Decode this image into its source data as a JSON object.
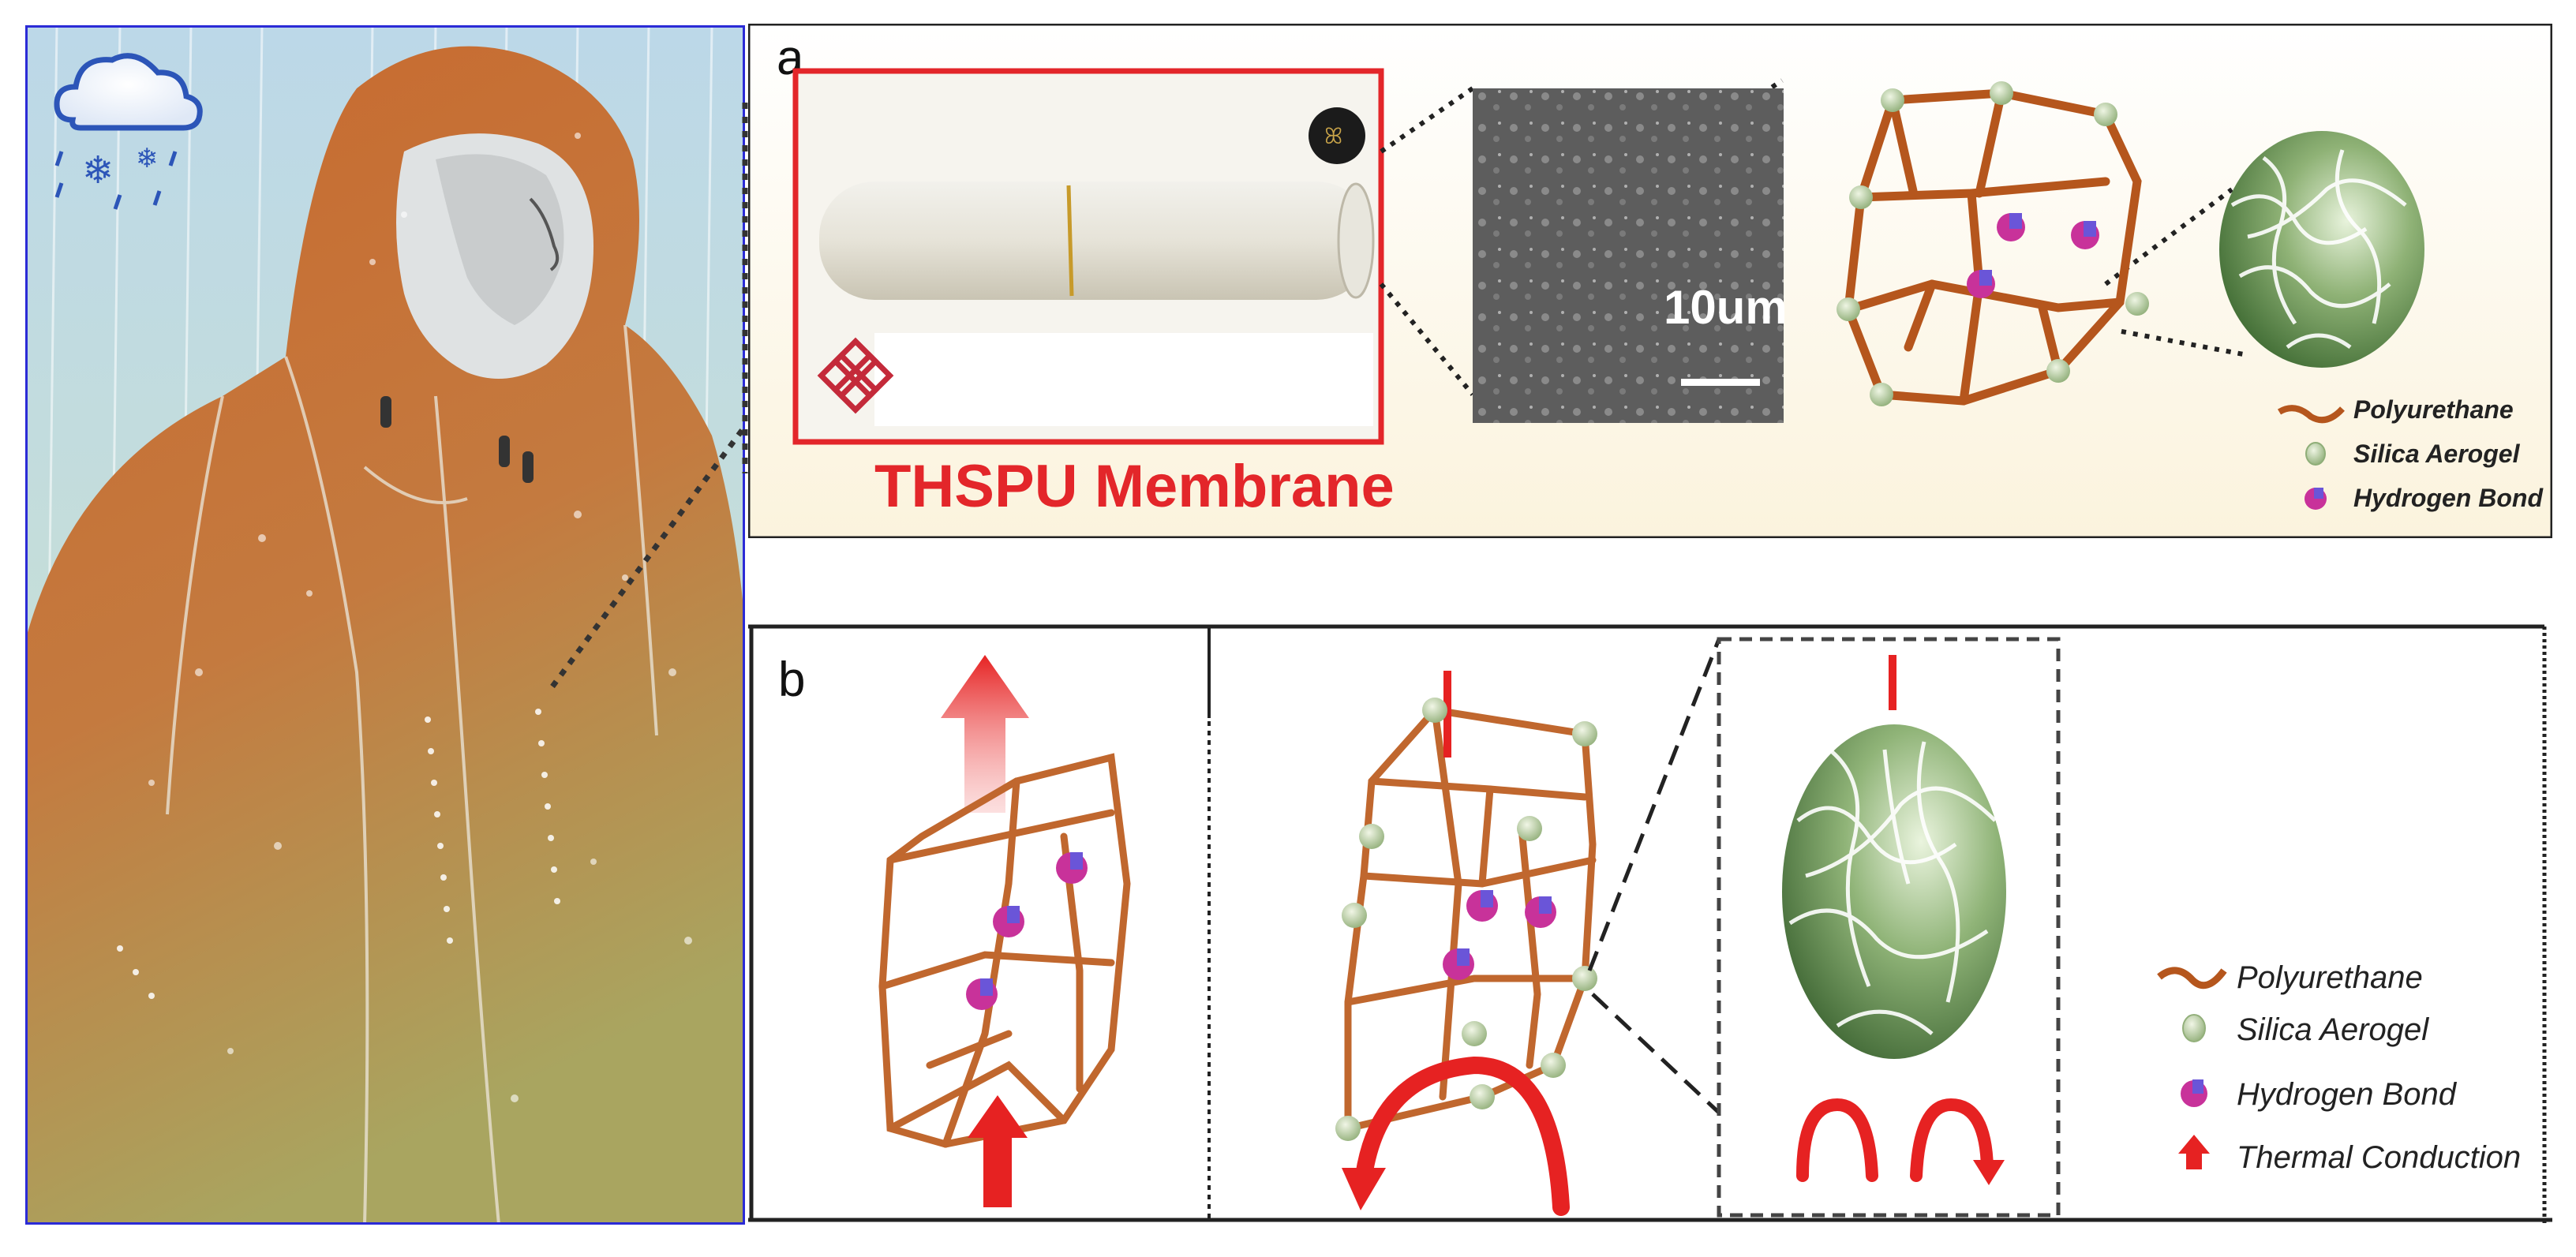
{
  "panel_a": {
    "label": "a",
    "membrane_title": "THSPU Membrane",
    "scale_bar": "10um",
    "legend": [
      {
        "label": "Polyurethane",
        "icon": "polyurethane-strand-icon"
      },
      {
        "label": "Silica Aerogel",
        "icon": "silica-sphere-icon"
      },
      {
        "label": "Hydrogen Bond",
        "icon": "hydrogen-bond-icon"
      }
    ]
  },
  "panel_b": {
    "label": "b",
    "legend": [
      {
        "label": "Polyurethane",
        "icon": "polyurethane-strand-icon"
      },
      {
        "label": "Silica Aerogel",
        "icon": "silica-sphere-icon"
      },
      {
        "label": "Hydrogen Bond",
        "icon": "hydrogen-bond-icon"
      },
      {
        "label": "Thermal Conduction",
        "icon": "thermal-arrow-icon"
      }
    ]
  },
  "colors": {
    "polyurethane": "#b5561d",
    "silica": "#9fbf86",
    "hydrogen_bond": "#c8329a",
    "thermal": "#e62222",
    "membrane_frame": "#e3262a",
    "title_red": "#e3262a",
    "rain_panel_border": "#2b2bd6"
  }
}
